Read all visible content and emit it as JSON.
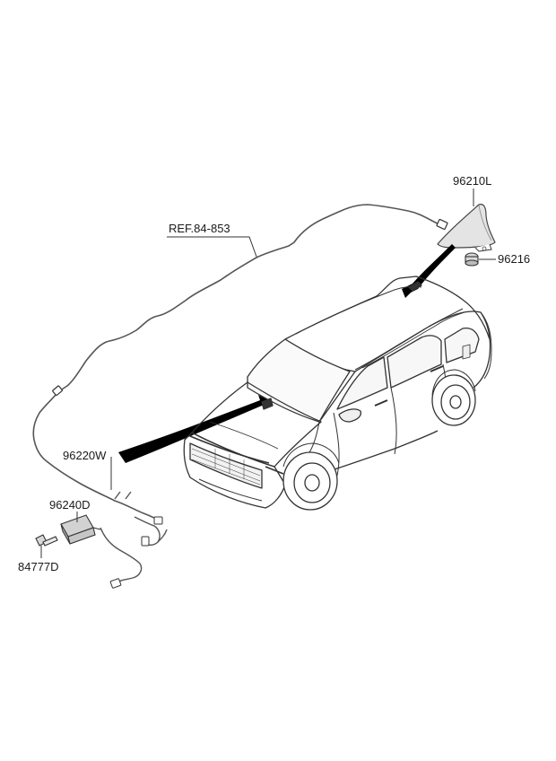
{
  "labels": {
    "ref": "REF.84-853",
    "antenna": "96210L",
    "nut": "96216",
    "feeder_cable": "96220W",
    "module": "96240D",
    "bolt": "84777D"
  },
  "colors": {
    "line": "#333333",
    "part_fill": "#e2e2e2",
    "pointer": "#000000"
  }
}
